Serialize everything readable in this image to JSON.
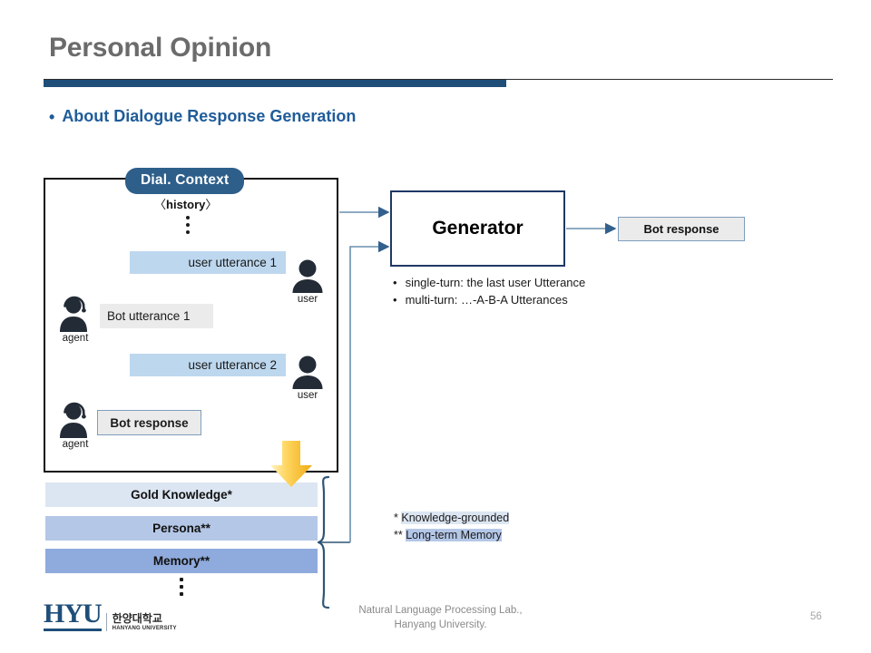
{
  "slide": {
    "title": "Personal Opinion",
    "section_bullet": "About Dialogue Response Generation",
    "bullet_glyph": "•",
    "page_number": "56"
  },
  "colors": {
    "title_gray": "#6b6b6b",
    "accent_blue": "#1f4e79",
    "section_blue": "#1f5c99",
    "badge_blue": "#2e5f8a",
    "user_bubble": "#bdd7ee",
    "bot_bubble": "#ebebeb",
    "gold_knowledge": "#dce6f2",
    "persona": "#b4c7e7",
    "memory": "#8faadc",
    "arrow_yellow": "#ffc000",
    "connector_blue": "#44688c"
  },
  "context": {
    "badge_label": "Dial. Context",
    "history_prefix": "〈",
    "history_label": "history",
    "history_suffix": "〉",
    "messages": [
      {
        "id": "u1",
        "text": "user utterance 1",
        "speaker": "user"
      },
      {
        "id": "b1",
        "text": "Bot utterance 1",
        "speaker": "agent"
      },
      {
        "id": "u2",
        "text": "user utterance 2",
        "speaker": "user"
      },
      {
        "id": "r1",
        "text": "Bot response",
        "speaker": "agent"
      }
    ],
    "avatars": [
      {
        "id": "av-user1",
        "caption": "user",
        "icon": "user-icon"
      },
      {
        "id": "av-user2",
        "caption": "user",
        "icon": "user-icon"
      },
      {
        "id": "av-agent1",
        "caption": "agent",
        "icon": "agent-headset-icon"
      },
      {
        "id": "av-agent2",
        "caption": "agent",
        "icon": "agent-headset-icon"
      }
    ]
  },
  "knowledge_bars": [
    {
      "id": "kb-gold",
      "label": "Gold Knowledge*"
    },
    {
      "id": "kb-persona",
      "label": "Persona**"
    },
    {
      "id": "kb-memory",
      "label": "Memory**"
    }
  ],
  "generator": {
    "label": "Generator",
    "notes": [
      "single-turn: the last user Utterance",
      "multi-turn: …-A-B-A Utterances"
    ],
    "output_label": "Bot response"
  },
  "footnotes": [
    {
      "mark": "*",
      "text": "Knowledge-grounded",
      "highlight": "light"
    },
    {
      "mark": "**",
      "text": "Long-term Memory",
      "highlight": "mid"
    }
  ],
  "footer": {
    "logo_text": "HYU",
    "logo_korean": "한양대학교",
    "logo_english": "HANYANG UNIVERSITY",
    "lab_line1": "Natural Language Processing  Lab.,",
    "lab_line2": "Hanyang University."
  }
}
